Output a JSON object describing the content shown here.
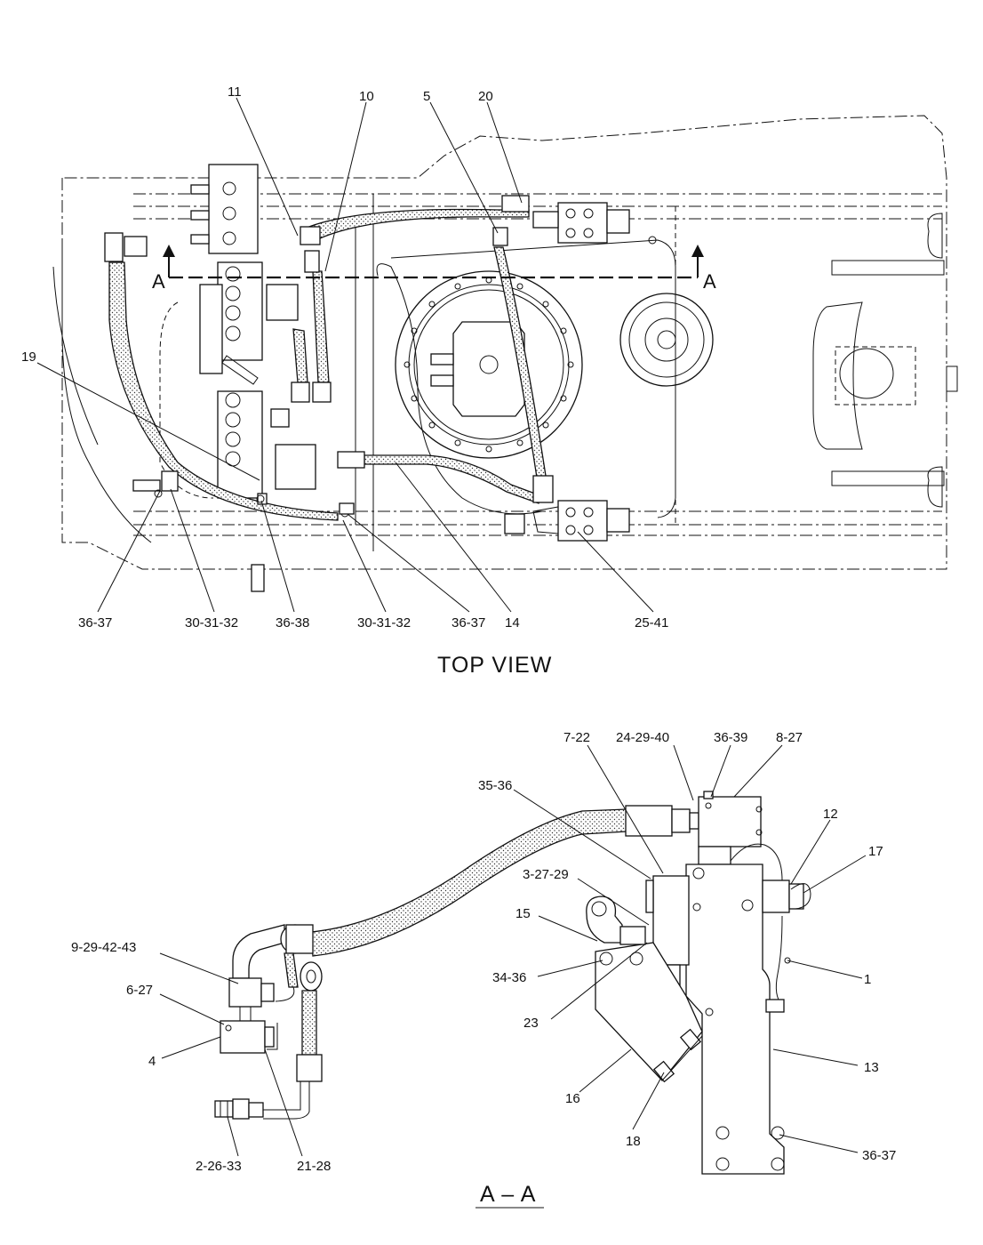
{
  "top_view": {
    "title": "TOP VIEW",
    "section_marker_left": "A",
    "section_marker_right": "A",
    "callouts": [
      "11",
      "10",
      "5",
      "20",
      "19",
      "36-37",
      "30-31-32",
      "36-38",
      "30-31-32",
      "36-37",
      "14",
      "25-41"
    ]
  },
  "section_view": {
    "title": "A – A",
    "callouts": [
      "7-22",
      "24-29-40",
      "36-39",
      "8-27",
      "35-36",
      "12",
      "17",
      "3-27-29",
      "15",
      "34-36",
      "1",
      "23",
      "9-29-42-43",
      "6-27",
      "4",
      "16",
      "13",
      "18",
      "2-26-33",
      "21-28",
      "36-37"
    ]
  }
}
